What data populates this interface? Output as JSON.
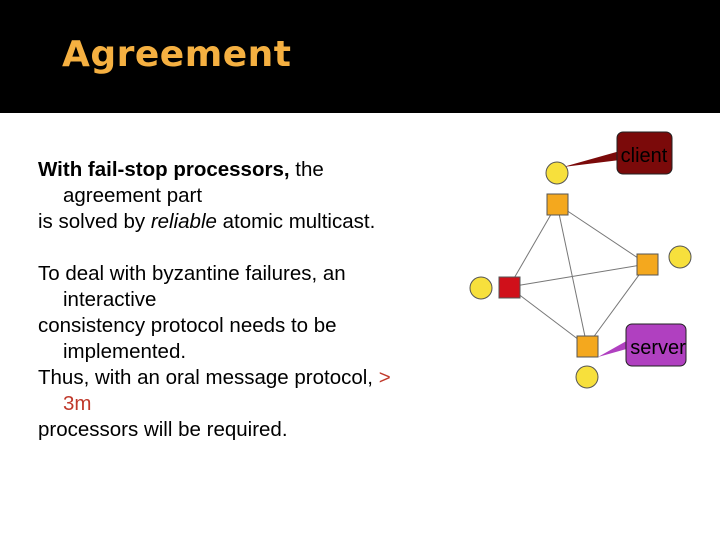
{
  "slide": {
    "title": "Agreement",
    "para1": {
      "bold": "With fail-stop processors,",
      "rest": " the",
      "line2": "agreement part",
      "line3_a": "is solved by ",
      "line3_em": "reliable",
      "line3_b": " atomic multicast."
    },
    "para2": {
      "line1": "To deal with byzantine failures, an",
      "line2": "interactive",
      "line3": "consistency protocol needs to be",
      "line4": "implemented.",
      "line5_a": "Thus, with an oral message protocol, ",
      "line5_gt": ">",
      "line6": "3m",
      "line7": "processors will be required."
    }
  },
  "diagram": {
    "client_label": "client",
    "server_label": "server",
    "colors": {
      "client_box": "#7b0a0a",
      "server_box": "#b040c0",
      "circle": "#f7e03c",
      "square": "#f4a81e",
      "faulty": "#d0101a"
    }
  }
}
